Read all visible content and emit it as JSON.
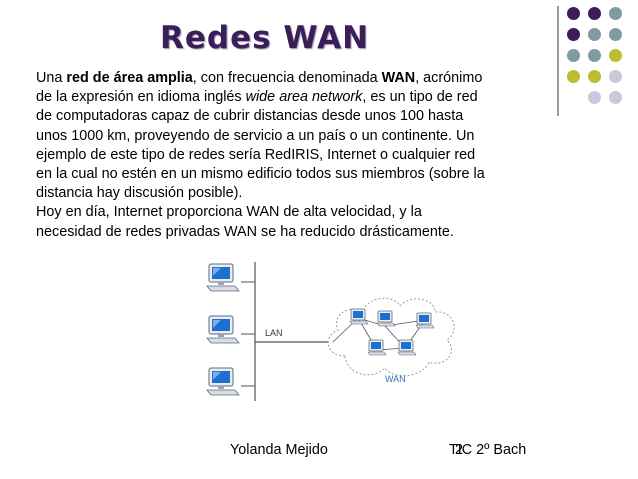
{
  "slide": {
    "title": "Redes WAN",
    "paragraph1": {
      "t1": "Una ",
      "b1": "red de área amplia",
      "t2": ", con frecuencia denominada ",
      "b2": "WAN",
      "t3": ", acrónimo",
      "t4": "de la expresión en idioma inglés ",
      "i1": "wide area network",
      "t5": ", es un tipo de red",
      "line3": "de computadoras capaz de cubrir distancias desde unos 100 hasta",
      "line4": "unos 1000 km, proveyendo de servicio a un país o un continente. Un",
      "line5": "ejemplo de este tipo de redes sería RedIRIS, Internet o cualquier red",
      "line6": "en la cual no estén en un mismo edificio todos sus miembros (sobre la",
      "line7": "distancia hay discusión posible)."
    },
    "paragraph2": {
      "line1": "Hoy en día, Internet proporciona WAN de alta velocidad, y la",
      "line2": "necesidad de redes privadas WAN se ha reducido drásticamente."
    },
    "diagram": {
      "lan_label": "LAN",
      "wan_label": "WAN"
    },
    "footer": {
      "author": "Yolanda Mejido",
      "course": "TIC 2º Bach",
      "page_number": "2"
    }
  },
  "theme": {
    "purple": "#3b1e57",
    "teal": "#7f9aa0",
    "olive": "#bcbd31",
    "lavender": "#c9c9dc"
  }
}
